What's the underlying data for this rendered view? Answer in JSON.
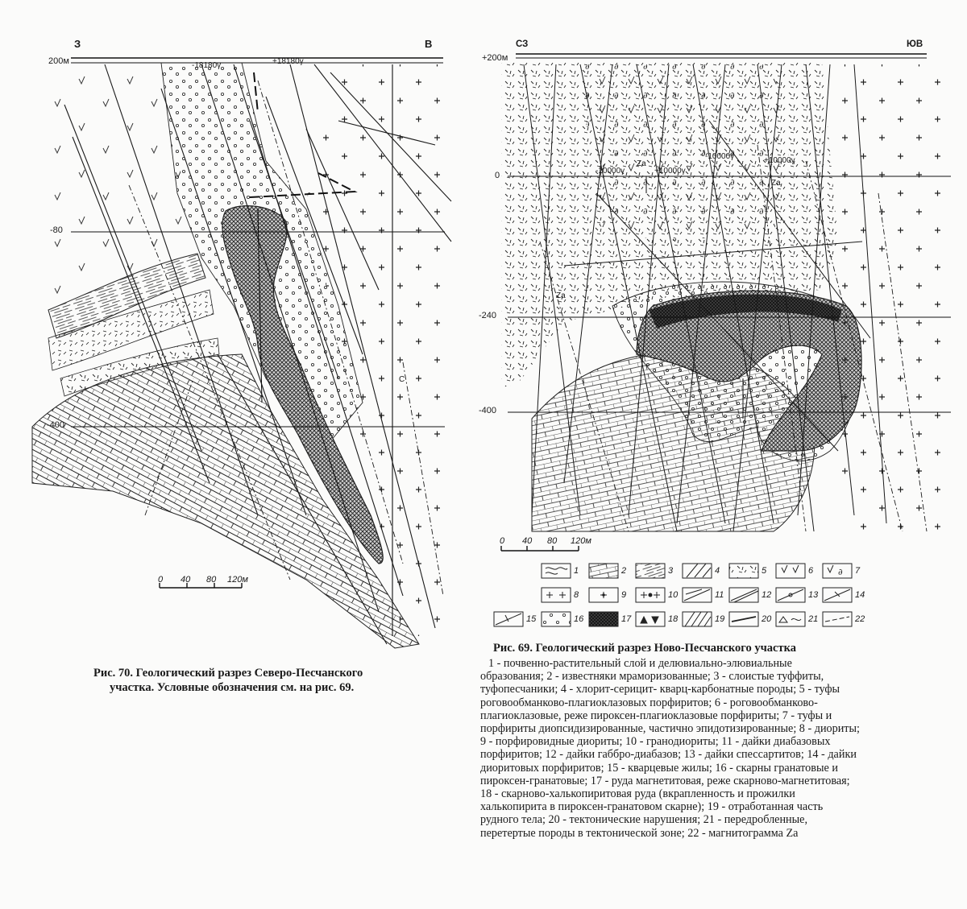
{
  "fig70": {
    "dir_left": "З",
    "dir_right": "В",
    "depths": [
      "200м",
      "-80",
      "-400"
    ],
    "anomalies": [
      "-18180γ",
      "+18180γ"
    ],
    "scale": [
      "0",
      "40",
      "80",
      "120м"
    ],
    "dyke_letter": "С",
    "caption_line1": "Рис. 70. Геологический разрез Северо-Песчанского",
    "caption_line2": "участка. Условные обозначения см. на рис. 69."
  },
  "fig69": {
    "dir_left": "СЗ",
    "dir_right": "ЮВ",
    "depths": [
      "+200м",
      "0",
      "-240",
      "-400"
    ],
    "anomalies": [
      "-10000γ",
      "+10000γ",
      "-10000γ",
      "+10000γ"
    ],
    "za_labels": [
      "Za",
      "Za",
      "Za"
    ],
    "scale": [
      "0",
      "40",
      "80",
      "120м"
    ],
    "legend": [
      "1",
      "2",
      "3",
      "4",
      "5",
      "6",
      "7",
      "8",
      "9",
      "10",
      "11",
      "12",
      "13",
      "14",
      "15",
      "16",
      "17",
      "18",
      "19",
      "20",
      "21",
      "22"
    ],
    "caption_title": "Рис. 69. Геологический разрез Ново-Песчанского участка",
    "caption_lines": [
      "1 - почвенно-растительный слой и делювиально-элювиальные",
      "образования; 2 - известняки мраморизованные; 3 - слоистые туффиты,",
      "туфопесчаники; 4 - хлорит-серицит- кварц-карбонатные породы; 5 - туфы",
      "роговообманково-плагиоклазовых порфиритов; 6 - роговообманково-",
      "плагиоклазовые, реже пироксен-плагиоклазовые порфириты; 7 - туфы и",
      "порфириты диопсидизированные, частично эпидотизированные; 8 - диориты;",
      "9 - порфировидные диориты; 10 - гранодиориты; 11 - дайки диабазовых",
      "порфиритов; 12 - дайки габбро-диабазов; 13 - дайки спессартитов; 14 - дайки",
      "диоритовых порфиритов; 15 - кварцевые жилы; 16 - скарны гранатовые и",
      "пироксен-гранатовые; 17 - руда магнетитовая, реже скарново-магнетитовая;",
      "18 - скарново-халькопиритовая руда (вкрапленность и прожилки",
      "халькопирита в пироксен-гранатовом скарне); 19 - отработанная часть",
      "рудного тела; 20 - тектонические нарушения; 21 - передробленные,",
      "перетертые породы в тектонической зоне; 22 - магнитограмма Za"
    ]
  }
}
